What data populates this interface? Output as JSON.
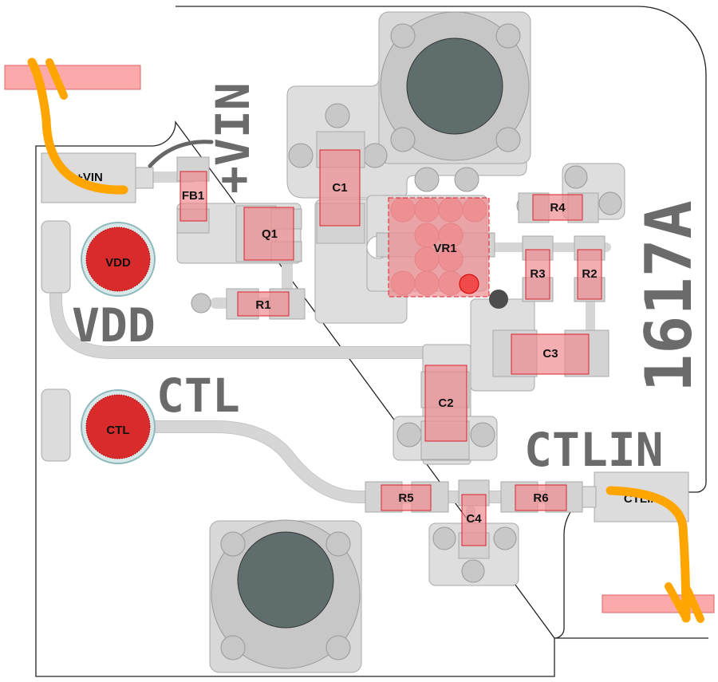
{
  "board": {
    "id_label": "1617A",
    "silkscreen": {
      "vin": "+VIN",
      "vdd": "VDD",
      "ctl": "CTL",
      "ctlin": "CTLIN"
    },
    "connectors": {
      "vin_pad": "+VIN",
      "vdd_pad": "VDD",
      "ctl_pad": "CTL",
      "ctlin_pad": "CTLIN"
    },
    "components": {
      "fb1": "FB1",
      "q1": "Q1",
      "r1": "R1",
      "c1": "C1",
      "vr1": "VR1",
      "r4": "R4",
      "r3": "R3",
      "r2": "R2",
      "c3": "C3",
      "c2": "C2",
      "r5": "R5",
      "c4": "C4",
      "r6": "R6"
    },
    "colors": {
      "outline": "#222222",
      "copper": "#dedede",
      "component": "#ef8a8f",
      "wire": "#ffa500",
      "drill": "#5f6e6c"
    }
  }
}
